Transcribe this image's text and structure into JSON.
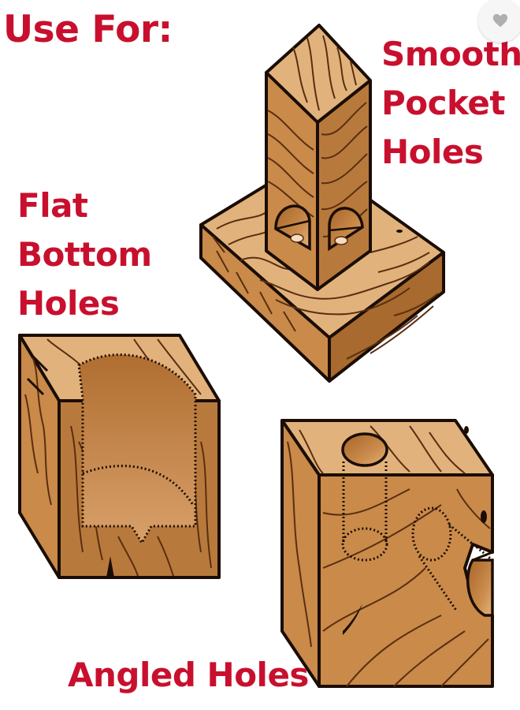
{
  "colors": {
    "label_red": "#c8102e",
    "wood_light": "#e2b27c",
    "wood_mid": "#c98a4a",
    "wood_dark": "#a86a2e",
    "hole": "#b87638",
    "outline": "#1a0d05",
    "grain": "#5a2e10",
    "heart": "#b0b0b0"
  },
  "labels": {
    "title": "Use For:",
    "smooth_pocket": [
      "Smooth",
      "Pocket",
      "Holes"
    ],
    "flat_bottom": [
      "Flat",
      "Bottom",
      "Holes"
    ],
    "angled": "Angled Holes"
  },
  "favorite_button": {
    "icon": "heart-icon",
    "state": "not-favorited"
  },
  "illustrations": [
    {
      "id": "pocket-holes",
      "desc": "square post on wooden base with two pocket holes"
    },
    {
      "id": "flat-bottom-holes",
      "desc": "cut-away block showing flat bottom bore"
    },
    {
      "id": "angled-holes",
      "desc": "block with vertical and angled bores"
    }
  ]
}
